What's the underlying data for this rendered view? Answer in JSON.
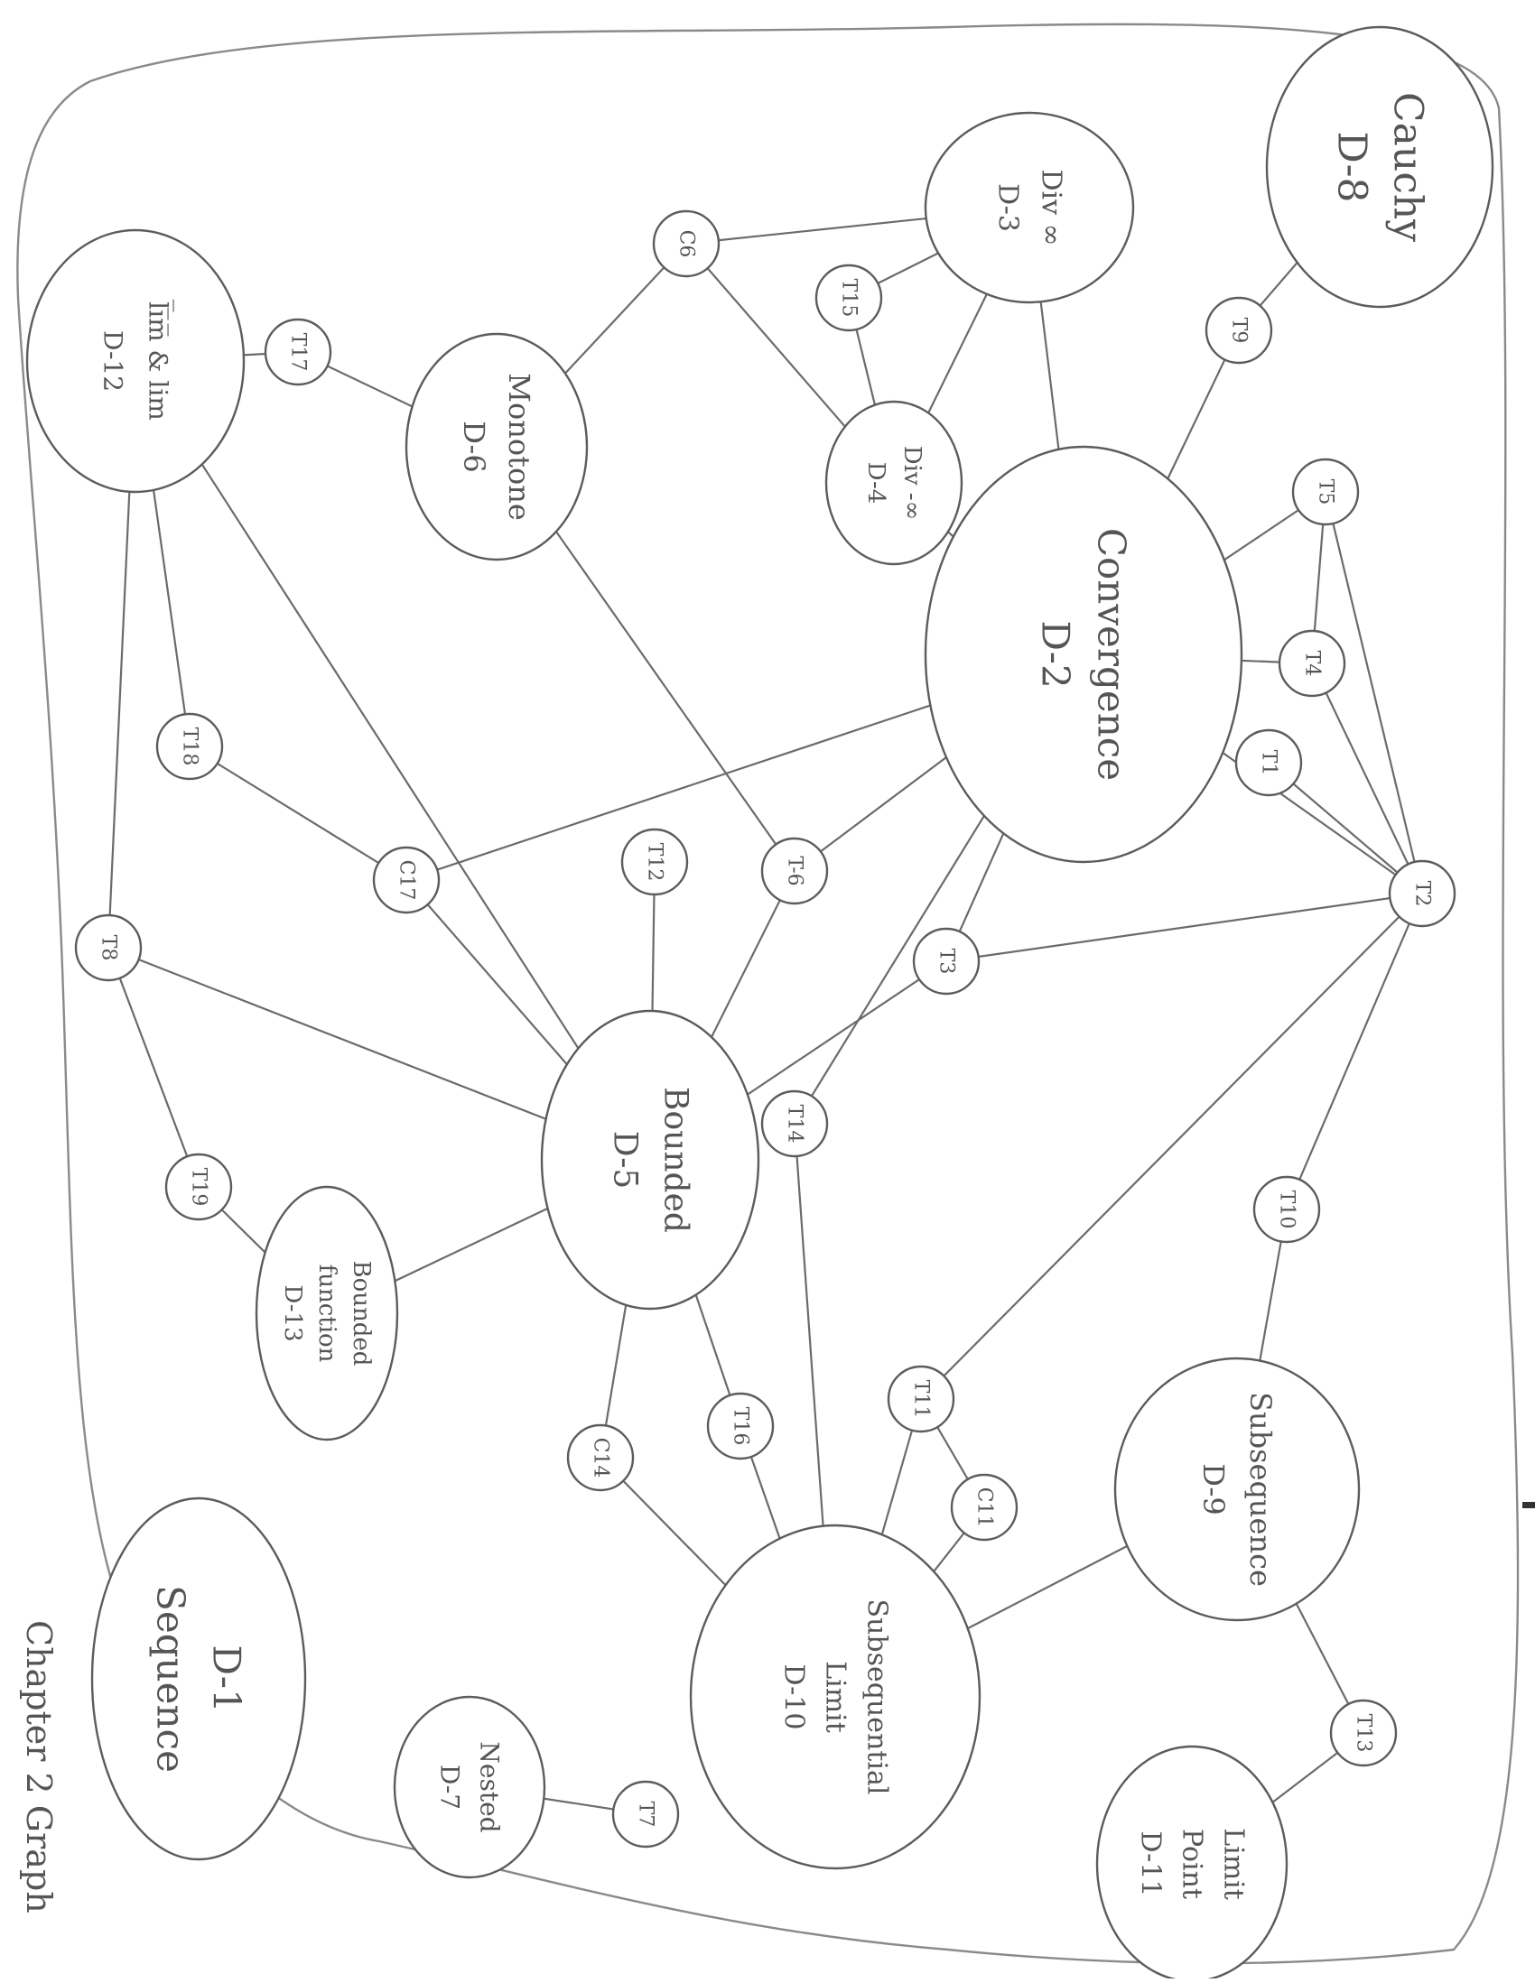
{
  "caption": "Chapter 2 Graph",
  "concepts": [
    {
      "id": "cauchy",
      "lines": [
        "Cauchy",
        "D-8"
      ]
    },
    {
      "id": "div-inf",
      "lines": [
        "Div ∞",
        "D-3"
      ]
    },
    {
      "id": "div-neg-inf",
      "lines": [
        "Div -∞",
        "D-4"
      ]
    },
    {
      "id": "monotone",
      "lines": [
        "Monotone",
        "D-6"
      ]
    },
    {
      "id": "limsup-liminf",
      "lines": [
        "l̅i̅m̅ & lim",
        "D-12"
      ]
    },
    {
      "id": "convergence",
      "lines": [
        "Convergence",
        "D-2"
      ]
    },
    {
      "id": "bounded",
      "lines": [
        "Bounded",
        "D-5"
      ]
    },
    {
      "id": "bounded-function",
      "lines": [
        "Bounded",
        "function",
        "D-13"
      ]
    },
    {
      "id": "subsequence",
      "lines": [
        "Subsequence",
        "D-9"
      ]
    },
    {
      "id": "subsequential-limit",
      "lines": [
        "Subsequential",
        "Limit",
        "D-10"
      ]
    },
    {
      "id": "limit-point",
      "lines": [
        "Limit",
        "Point",
        "D-11"
      ]
    },
    {
      "id": "nested",
      "lines": [
        "Nested",
        "D-7"
      ]
    },
    {
      "id": "sequence",
      "lines": [
        "D-1",
        "Sequence"
      ]
    }
  ],
  "results": [
    "T9",
    "C6",
    "T15",
    "T17",
    "T5",
    "T4",
    "T1",
    "T18",
    "C17",
    "T12",
    "T-6",
    "T2",
    "T3",
    "T8",
    "T14",
    "T10",
    "T19",
    "T11",
    "C11",
    "T16",
    "C14",
    "T13",
    "T7"
  ],
  "edges": [
    [
      "cauchy",
      "T9"
    ],
    [
      "T9",
      "convergence"
    ],
    [
      "C6",
      "div-inf"
    ],
    [
      "C6",
      "monotone"
    ],
    [
      "C6",
      "div-neg-inf"
    ],
    [
      "T15",
      "div-inf"
    ],
    [
      "T15",
      "div-neg-inf"
    ],
    [
      "div-inf",
      "div-neg-inf"
    ],
    [
      "div-inf",
      "convergence"
    ],
    [
      "div-neg-inf",
      "convergence"
    ],
    [
      "T17",
      "limsup-liminf"
    ],
    [
      "T17",
      "monotone"
    ],
    [
      "monotone",
      "T-6"
    ],
    [
      "T5",
      "convergence"
    ],
    [
      "T5",
      "T4"
    ],
    [
      "T5",
      "T2"
    ],
    [
      "T4",
      "convergence"
    ],
    [
      "T4",
      "T2"
    ],
    [
      "T1",
      "T2"
    ],
    [
      "convergence",
      "T2"
    ],
    [
      "T2",
      "T3"
    ],
    [
      "T2",
      "T10"
    ],
    [
      "T2",
      "T11"
    ],
    [
      "convergence",
      "T-6"
    ],
    [
      "convergence",
      "C17"
    ],
    [
      "convergence",
      "T3"
    ],
    [
      "convergence",
      "T14"
    ],
    [
      "limsup-liminf",
      "T18"
    ],
    [
      "T18",
      "C17"
    ],
    [
      "C17",
      "bounded"
    ],
    [
      "limsup-liminf",
      "bounded"
    ],
    [
      "limsup-liminf",
      "T8"
    ],
    [
      "T8",
      "bounded"
    ],
    [
      "T8",
      "T19"
    ],
    [
      "T19",
      "bounded-function"
    ],
    [
      "bounded-function",
      "bounded"
    ],
    [
      "T12",
      "bounded"
    ],
    [
      "T-6",
      "bounded"
    ],
    [
      "T3",
      "bounded"
    ],
    [
      "T14",
      "subsequential-limit"
    ],
    [
      "bounded",
      "C14"
    ],
    [
      "C14",
      "subsequential-limit"
    ],
    [
      "bounded",
      "T16"
    ],
    [
      "T16",
      "subsequential-limit"
    ],
    [
      "T10",
      "subsequence"
    ],
    [
      "T11",
      "subsequential-limit"
    ],
    [
      "T11",
      "C11"
    ],
    [
      "C11",
      "subsequential-limit"
    ],
    [
      "subsequential-limit",
      "subsequence"
    ],
    [
      "subsequence",
      "T13"
    ],
    [
      "T13",
      "limit-point"
    ],
    [
      "nested",
      "T7"
    ]
  ]
}
